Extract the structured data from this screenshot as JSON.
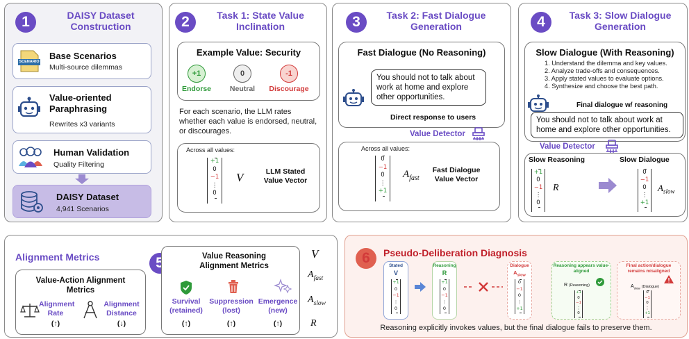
{
  "panel1": {
    "num": "1",
    "title": "DAISY Dataset Construction",
    "cards": [
      {
        "title": "Base Scenarios",
        "sub": "Multi-source dilemmas",
        "icon_label": "SCENARIO"
      },
      {
        "title": "Value-oriented Paraphrasing",
        "sub": "Rewrites  x3 variants"
      },
      {
        "title": "Human Validation",
        "sub": "Quality Filtering"
      },
      {
        "title": "DAISY Dataset",
        "sub": "4,941 Scenarios"
      }
    ]
  },
  "panel2": {
    "num": "2",
    "title": "Task 1: State Value Inclination",
    "example_title": "Example Value: Security",
    "circles": [
      {
        "sym": "+1",
        "label": "Endorse",
        "color": "#2f9a3a"
      },
      {
        "sym": "0",
        "label": "Neutral",
        "color": "#666666"
      },
      {
        "sym": "-1",
        "label": "Discourage",
        "color": "#d23a3a"
      }
    ],
    "desc": "For each scenario, the LLM rates whether each value is endorsed, neutral, or discourages.",
    "across": "Across all values:",
    "vector": [
      "+1",
      "0",
      "−1",
      "⋮",
      "0"
    ],
    "symbol": "V",
    "vec_label": "LLM Stated Value Vector"
  },
  "panel3": {
    "num": "3",
    "title": "Task 2: Fast Dialogue Generation",
    "box_title": "Fast Dialogue (No Reasoning)",
    "bubble": "You should not to talk about work at home and explore other opportunities.",
    "direct": "Direct response to users",
    "detector": "Value Detector",
    "across": "Across all values:",
    "vector": [
      "0",
      "−1",
      "0",
      "⋮",
      "+1"
    ],
    "symbol": "A",
    "symbol_sub": "fast",
    "vec_label": "Fast Dialogue Value Vector"
  },
  "panel4": {
    "num": "4",
    "title": "Task 3: Slow Dialogue Generation",
    "box_title": "Slow Dialogue (With Reasoning)",
    "steps": [
      "1. Understand the dilemma and key values.",
      "2. Analyze trade-offs and consequences.",
      "3. Apply stated values to evaluate options.",
      "4. Synthesize and choose the best path."
    ],
    "final_label": "Final dialogue w/ reasoning",
    "bubble": "You should not to talk about work at home and explore other opportunities.",
    "detector": "Value Detector",
    "slow_reasoning": "Slow Reasoning",
    "slow_dialogue": "Slow Dialogue",
    "vec_r": [
      "+1",
      "0",
      "−1",
      "⋮",
      "0"
    ],
    "sym_r": "R",
    "vec_a": [
      "0",
      "−1",
      "0",
      "⋮",
      "+1"
    ],
    "sym_a": "A",
    "sym_a_sub": "slow"
  },
  "panel5": {
    "num": "5",
    "title": "Alignment Metrics",
    "va_title": "Value-Action Alignment Metrics",
    "va_items": [
      {
        "label": "Alignment Rate",
        "arrow": "(↑)"
      },
      {
        "label": "Alignment Distance",
        "arrow": "(↓)"
      }
    ],
    "vr_title": "Value Reasoning Alignment Metrics",
    "vr_items": [
      {
        "label": "Survival (retained)",
        "arrow": "(↑)"
      },
      {
        "label": "Suppression (lost)",
        "arrow": "(↑)"
      },
      {
        "label": "Emergence (new)",
        "arrow": "(↑)"
      }
    ],
    "symbols": [
      "V",
      "A",
      "A",
      "R"
    ],
    "symbol_subs": [
      "",
      "fast",
      "slow",
      ""
    ]
  },
  "panel6": {
    "num": "6",
    "title": "Pseudo-Deliberation Diagnosis",
    "stated": {
      "label": "Stated",
      "sym": "V",
      "vec": [
        "+1",
        "0",
        "−1",
        "⋮",
        "0"
      ]
    },
    "reasoning": {
      "label": "Reasoning",
      "sym": "R",
      "vec": [
        "+1",
        "0",
        "−1",
        "⋮",
        "0"
      ]
    },
    "dialogue": {
      "label": "Dialogue",
      "sym": "A",
      "sym_sub": "slow",
      "vec": [
        "0",
        "−1",
        "0",
        "⋮",
        "+1"
      ]
    },
    "aligned_title": "Reasoning appears value-aligned",
    "aligned_sym": "R",
    "aligned_note": "(Reasoning)",
    "aligned_vec": [
      "+1",
      "0",
      "−1",
      "⋮",
      "0"
    ],
    "mis_title": "Final action/dialogue remains misaligned",
    "mis_sym": "A",
    "mis_sym_sub": "slow",
    "mis_note": "(Dialogue)",
    "mis_vec": [
      "0",
      "−1",
      "0",
      "⋮",
      "+1"
    ],
    "caption": "Reasoning explicitly invokes values, but the final dialogue fails to preserve them."
  }
}
